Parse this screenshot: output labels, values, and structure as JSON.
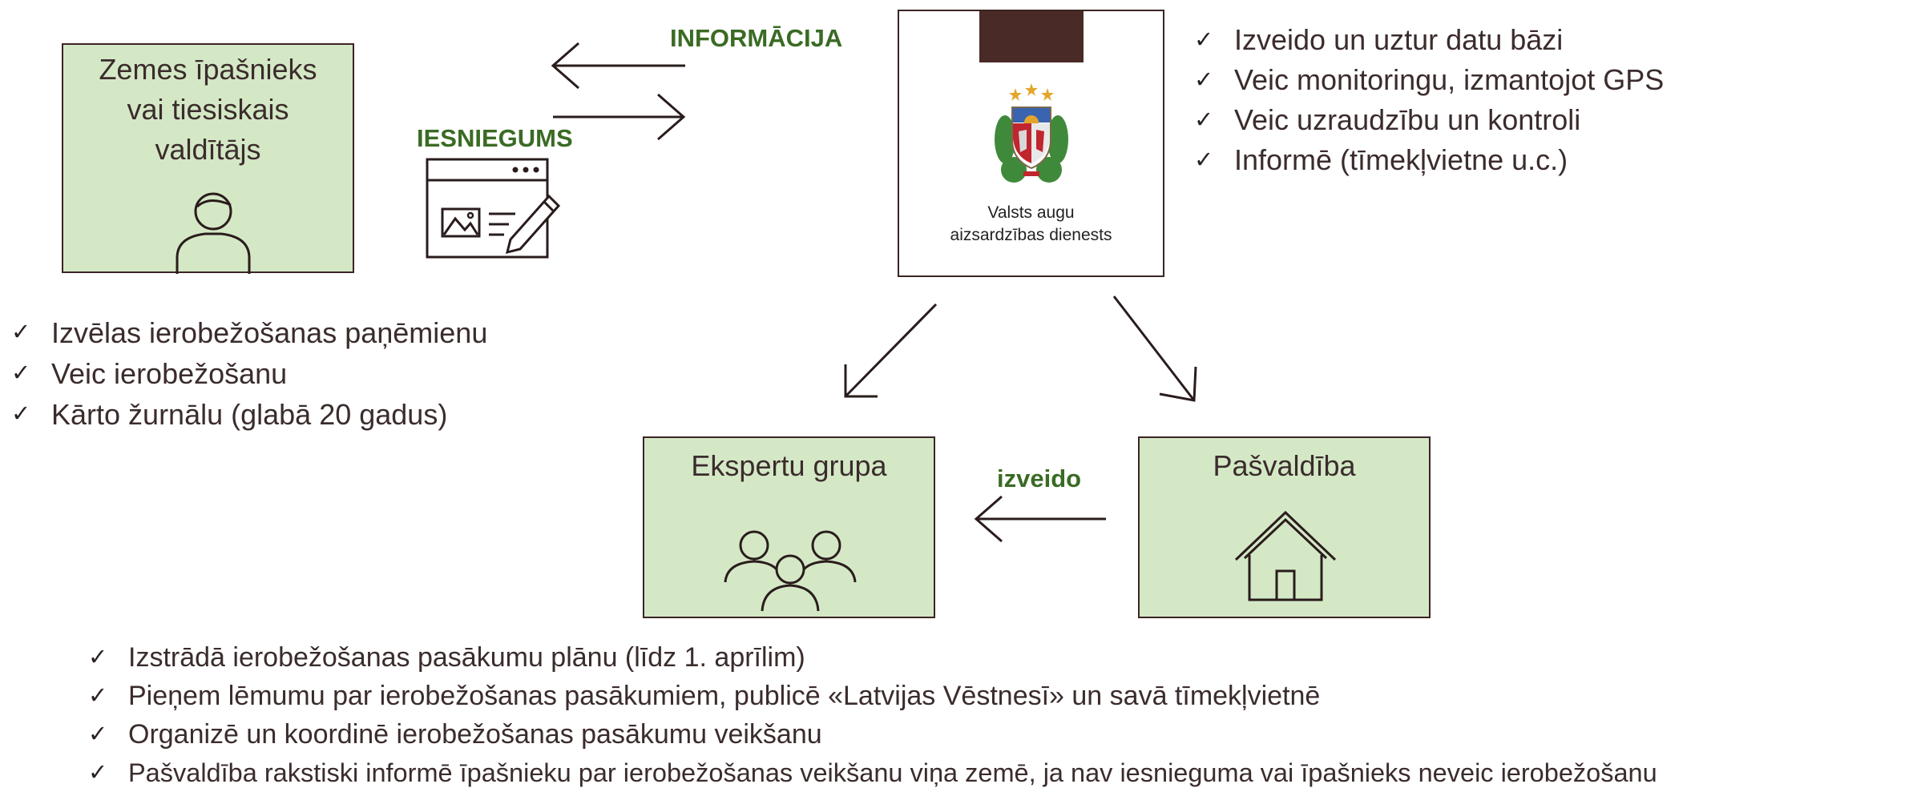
{
  "landowner": {
    "title_lines": [
      "Zemes īpašnieks",
      "vai tiesiskais",
      "valdītājs"
    ],
    "icon": "person-icon",
    "tasks": [
      "Izvēlas ierobežošanas paņēmienu",
      "Veic ierobežošanu",
      "Kārto žurnālu (glabā 20 gadus)"
    ]
  },
  "flow": {
    "information_label": "INFORMĀCIJA",
    "submission_label": "IESNIEGUMS",
    "submission_icon": "application-form-icon",
    "creates_label": "izveido"
  },
  "agency": {
    "logo_text_line1": "Valsts augu",
    "logo_text_line2": "aizsardzības dienests",
    "emblem_icon": "latvia-coat-of-arms-icon",
    "tasks": [
      "Izveido un uztur datu bāzi",
      "Veic monitoringu, izmantojot GPS",
      "Veic uzraudzību un kontroli",
      "Informē (tīmekļvietne u.c.)"
    ]
  },
  "expert_group": {
    "title": "Ekspertu grupa",
    "icon": "group-people-icon"
  },
  "municipality": {
    "title": "Pašvaldība",
    "icon": "house-icon"
  },
  "municipality_tasks": [
    "Izstrādā ierobežošanas pasākumu plānu (līdz 1. aprīlim)",
    "Pieņem lēmumu par ierobežošanas pasākumiem, publicē «Latvijas Vēstnesī» un savā tīmekļvietnē",
    "Organizē un koordinē ierobežošanas pasākumu veikšanu",
    "Pašvaldība rakstiski informē īpašnieku par ierobežošanas veikšanu viņa zemē, ja nav iesnieguma vai īpašnieks neveic ierobežošanu"
  ],
  "colors": {
    "box_fill": "#d4e8c6",
    "box_border": "#3b2424",
    "label_green": "#3a6b24",
    "logo_bar": "#4a2a26"
  }
}
